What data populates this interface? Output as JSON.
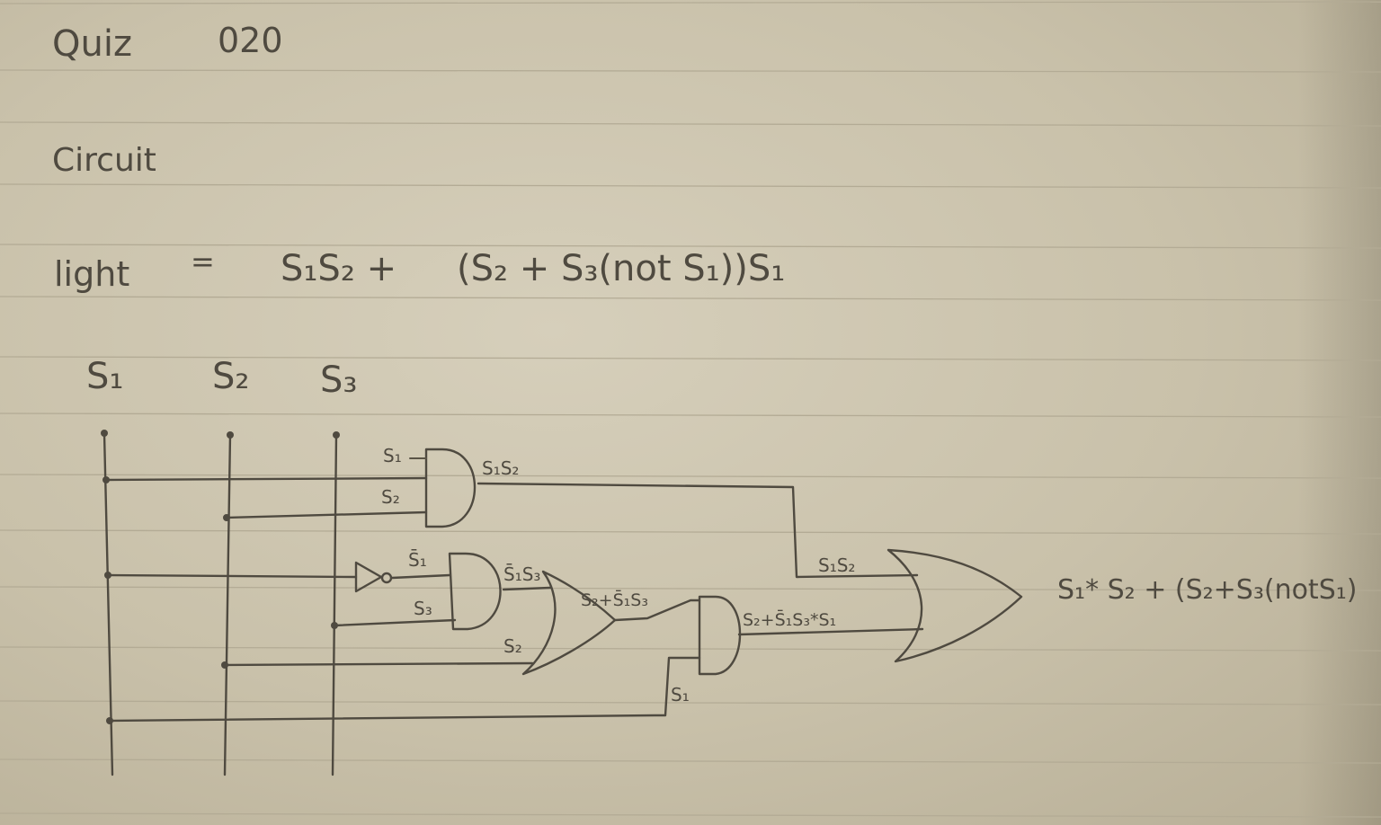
{
  "header": {
    "title": "Quiz",
    "number": "020",
    "section": "Circuit"
  },
  "equation": {
    "lhs": "light",
    "equals": "=",
    "rhs_part1": "S₁S₂ +",
    "rhs_part2": "(S₂ + S₃(not S₁))S₁"
  },
  "inputs": {
    "s1": "S₁",
    "s2": "S₂",
    "s3": "S₃"
  },
  "wire_labels": {
    "and1_in_a": "S₁",
    "and1_in_b": "S₂",
    "and1_out": "S₁S₂",
    "not_out": "S̄₁",
    "and2_in_b": "S₃",
    "and2_out": "S̄₁S₃",
    "or1_in_b": "S₂",
    "or1_out": "S₂+S̄₁S₃",
    "and3_in_b": "S₁",
    "and3_out": "S₂+S̄₁S₃*S₁",
    "or2_in_a": "S₁S₂"
  },
  "output": {
    "expression": "S₁* S₂ + (S₂+S₃(notS₁)"
  },
  "colors": {
    "paper": "#ccc4ad",
    "ink": "#4f4a40",
    "rule": "#b3ab95"
  }
}
